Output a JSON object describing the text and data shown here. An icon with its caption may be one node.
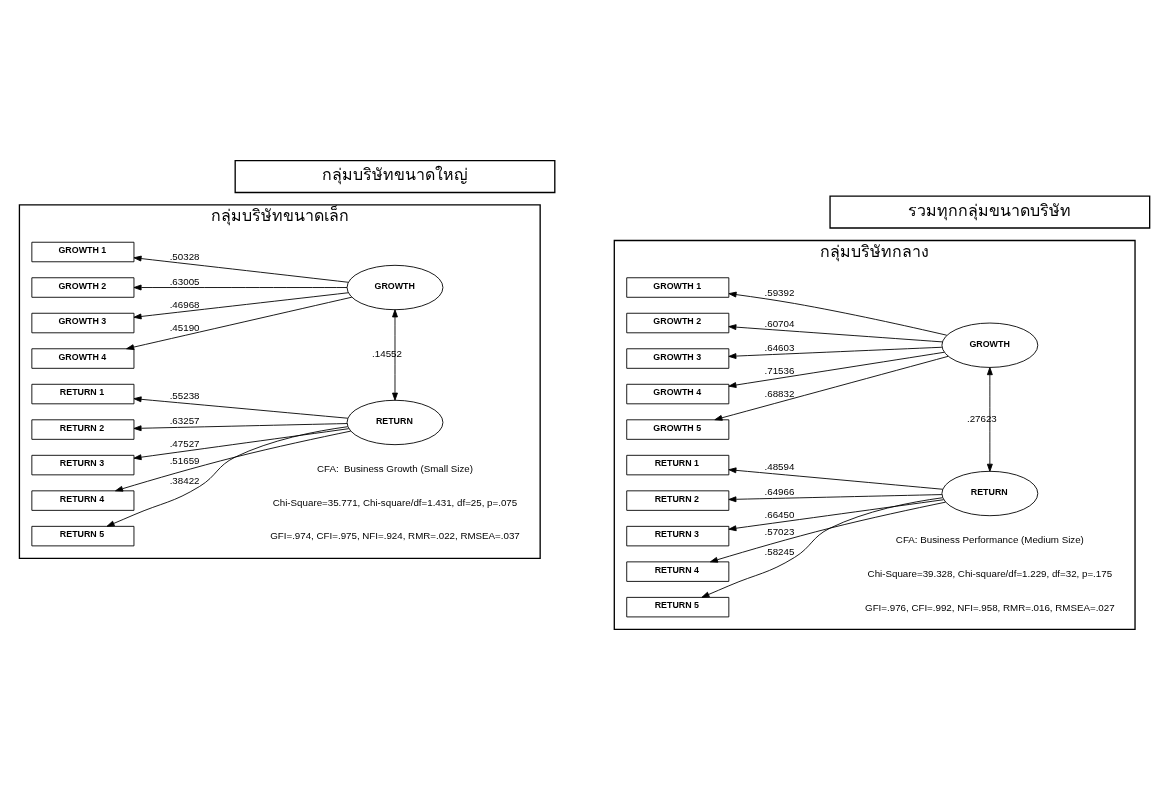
{
  "diagram": {
    "nodes": [
      {
        "text": [
          "กลุ่มบริษัทขนาดเล็ก"
        ]
      },
      {
        "text": [
          "กลุ่มบริษัทกลาง"
        ]
      },
      {
        "text": [
          "กลุ่มบริษัทขนาดใหญ่"
        ]
      },
      {
        "text": [
          "รวมทุกกลุ่มขนาดบริษัท"
        ]
      },
      {
        "text": [
          "GROWTH 1"
        ],
        "in": 0
      },
      {
        "text": [
          "GROWTH 2"
        ],
        "in": 0
      },
      {
        "text": [
          "GROWTH 3"
        ],
        "in": 0
      },
      {
        "text": [
          "GROWTH 4"
        ],
        "in": 0
      },
      {
        "text": [
          "GROWTH"
        ],
        "in": 0
      },
      {
        "text": [
          "RETURN 1"
        ],
        "in": 0
      },
      {
        "text": [
          "RETURN 2"
        ],
        "in": 0
      },
      {
        "text": [
          "RETURN 3"
        ],
        "in": 0
      },
      {
        "text": [
          "RETURN 4"
        ],
        "in": 0
      },
      {
        "text": [
          "RETURN 5"
        ],
        "in": 0
      },
      {
        "text": [
          "RETURN"
        ],
        "in": 0
      },
      {
        "text": [
          "GROWTH 1"
        ],
        "in": 1
      },
      {
        "text": [
          "GROWTH 2"
        ],
        "in": 1
      },
      {
        "text": [
          "GROWTH 3"
        ],
        "in": 1
      },
      {
        "text": [
          "GROWTH 4"
        ],
        "in": 1
      },
      {
        "text": [
          "GROWTH 5"
        ],
        "in": 1
      },
      {
        "text": [
          "GROWTH"
        ],
        "in": 1
      },
      {
        "text": [
          "RETURN 1"
        ],
        "in": 1
      },
      {
        "text": [
          "RETURN 2"
        ],
        "in": 1
      },
      {
        "text": [
          "RETURN 3"
        ],
        "in": 1
      },
      {
        "text": [
          "RETURN 4"
        ],
        "in": 1
      },
      {
        "text": [
          "RETURN 5"
        ],
        "in": 1
      },
      {
        "text": [
          "RETURN"
        ],
        "in": 1
      }
    ],
    "edges": [
      {
        "from": 8,
        "to": 4,
        "arrow": "to",
        "label": ".50328"
      },
      {
        "from": 8,
        "to": 5,
        "arrow": "to",
        "label": ".63005"
      },
      {
        "from": 8,
        "to": 6,
        "arrow": "to",
        "label": ".46968"
      },
      {
        "from": 8,
        "to": 7,
        "arrow": "to",
        "label": ".45190"
      },
      {
        "from": 8,
        "to": 14,
        "arrow": "both",
        "label": ".14552"
      },
      {
        "from": 14,
        "to": 9,
        "arrow": "to",
        "label": ".55238"
      },
      {
        "from": 14,
        "to": 10,
        "arrow": "to",
        "label": ".63257"
      },
      {
        "from": 14,
        "to": 11,
        "arrow": "to",
        "label": ".47527"
      },
      {
        "from": 14,
        "to": 12,
        "arrow": "to",
        "label": ".51659"
      },
      {
        "from": 14,
        "to": 13,
        "arrow": "to",
        "label": ".38422"
      },
      {
        "from": 20,
        "to": 15,
        "arrow": "to",
        "label": ".59392"
      },
      {
        "from": 20,
        "to": 16,
        "arrow": "to",
        "label": ".60704"
      },
      {
        "from": 20,
        "to": 17,
        "arrow": "to",
        "label": ".64603"
      },
      {
        "from": 20,
        "to": 18,
        "arrow": "to",
        "label": ".71536"
      },
      {
        "from": 20,
        "to": 19,
        "arrow": "to",
        "label": ".68832"
      },
      {
        "from": 20,
        "to": 26,
        "arrow": "both",
        "label": ".27623"
      },
      {
        "from": 26,
        "to": 21,
        "arrow": "to",
        "label": ".48594"
      },
      {
        "from": 26,
        "to": 22,
        "arrow": "to",
        "label": ".64966"
      },
      {
        "from": 26,
        "to": 23,
        "arrow": "to",
        "label": ".66450"
      },
      {
        "from": 26,
        "to": 24,
        "arrow": "to",
        "label": ".57023"
      },
      {
        "from": 26,
        "to": 25,
        "arrow": "to",
        "label": ".58245"
      }
    ],
    "labels": [
      "CFA:  Business Growth (Small Size)",
      "Chi-Square=35.771, Chi-square/df=1.431, df=25, p=.075",
      "GFI=.974, CFI=.975, NFI=.924, RMR=.022, RMSEA=.037",
      "CFA: Business Performance (Medium Size)",
      "Chi-Square=39.328, Chi-square/df=1.229, df=32, p=.175",
      "GFI=.976, CFI=.992, NFI=.958, RMR=.016, RMSEA=.027"
    ]
  }
}
